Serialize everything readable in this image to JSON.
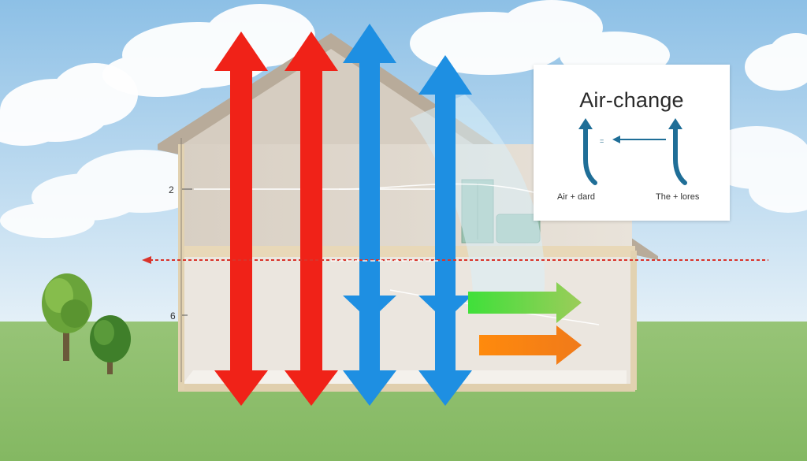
{
  "legend": {
    "title": "Air-change",
    "equals_symbol": "=",
    "left_label": "Air + dard",
    "right_label": "The + lores"
  },
  "floor_labels": {
    "upper": "2",
    "lower": "6"
  },
  "colors": {
    "sky_top": "#8fc1e6",
    "sky_bottom": "#e3eff7",
    "grass": "#8fbe6a",
    "house_wall": "#ddd3c6",
    "house_frame": "#e7d6b5",
    "roof": "#b7ab9b",
    "warm_arrow": "#f02218",
    "cool_arrow": "#1e8fe2",
    "green_arrow": "#4cd23a",
    "orange_arrow": "#f5870f",
    "dashed_line": "#d9342b",
    "legend_icon": "#1f6e97"
  }
}
